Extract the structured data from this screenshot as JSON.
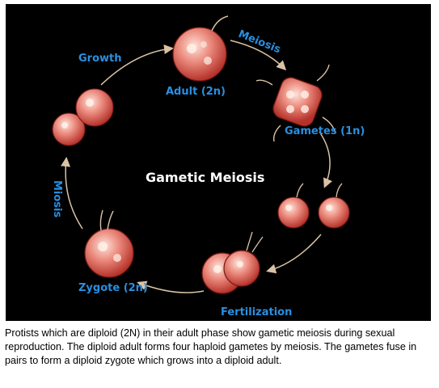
{
  "diagram": {
    "title": "Gametic Meiosis",
    "stages": {
      "adult": "Adult (2n)",
      "gametes": "Gametes (1n)",
      "zygote": "Zygote (2n)"
    },
    "processes": {
      "growth": "Growth",
      "meiosis_top": "Meiosis",
      "fertilization": "Fertilization",
      "mitosis": "Miosis"
    },
    "colors": {
      "background": "#000000",
      "label": "#2a8fe0",
      "cell": "#e8847a",
      "arrow": "#d9c3a6"
    }
  },
  "caption": "Protists which are diploid (2N) in their adult phase show gametic meiosis during sexual reproduction. The diploid adult forms four haploid gametes by meiosis. The gametes fuse in pairs to form a diploid zygote which grows into a diploid adult."
}
